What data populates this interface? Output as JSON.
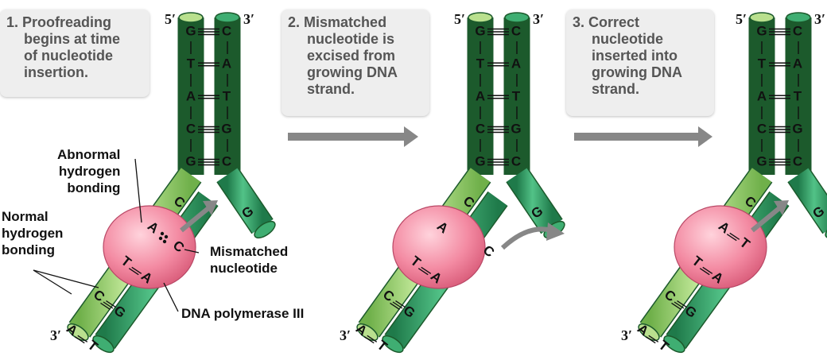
{
  "steps": [
    {
      "num": "1.",
      "lines": [
        "Proofreading",
        "begins at time",
        "of nucleotide",
        "insertion."
      ]
    },
    {
      "num": "2.",
      "lines": [
        "Mismatched",
        "nucleotide is",
        "excised from",
        "growing DNA",
        "strand."
      ]
    },
    {
      "num": "3.",
      "lines": [
        "Correct",
        "nucleotide",
        "inserted into",
        "growing DNA",
        "strand."
      ]
    }
  ],
  "labels": {
    "abnormal": [
      "Abnormal",
      "hydrogen",
      "bonding"
    ],
    "normal": [
      "Normal",
      "hydrogen",
      "bonding"
    ],
    "mismatched": [
      "Mismatched",
      "nucleotide"
    ],
    "polymerase": "DNA polymerase III"
  },
  "ends": {
    "five_prime": "5′",
    "three_prime": "3′"
  },
  "top_pairs": [
    [
      "G",
      "C"
    ],
    [
      "T",
      "A"
    ],
    [
      "A",
      "T"
    ],
    [
      "C",
      "G"
    ],
    [
      "G",
      "C"
    ]
  ],
  "colors": {
    "template_strand": "#97cc6e",
    "new_strand": "#2f9a63",
    "polymerase": "#f07d99",
    "arrow": "#878787"
  }
}
